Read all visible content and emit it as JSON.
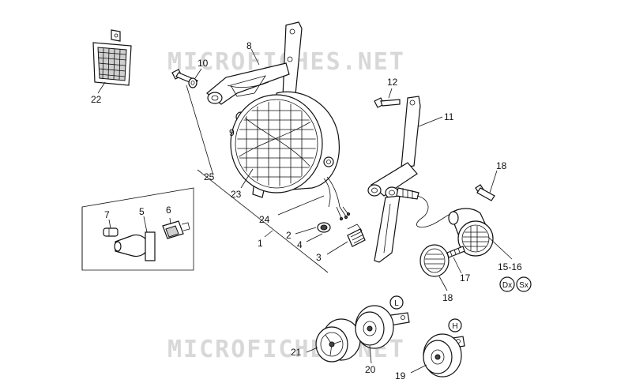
{
  "watermark": {
    "top": "MICROFICHES.NET",
    "bottom": "MICROFICHES.NET"
  },
  "callouts": {
    "c1": "1",
    "c2": "2",
    "c3": "3",
    "c4": "4",
    "c5": "5",
    "c6": "6",
    "c7": "7",
    "c8": "8",
    "c9": "9",
    "c10": "10",
    "c11": "11",
    "c12": "12",
    "c15_16": "15-16",
    "c17": "17",
    "c18a": "18",
    "c18b": "18",
    "c19": "19",
    "c20": "20",
    "c21": "21",
    "c22": "22",
    "c23": "23",
    "c24": "24",
    "c25": "25"
  },
  "badges": {
    "dx": "Dx",
    "sx": "Sx",
    "horn_low": "L",
    "horn_high": "H"
  }
}
